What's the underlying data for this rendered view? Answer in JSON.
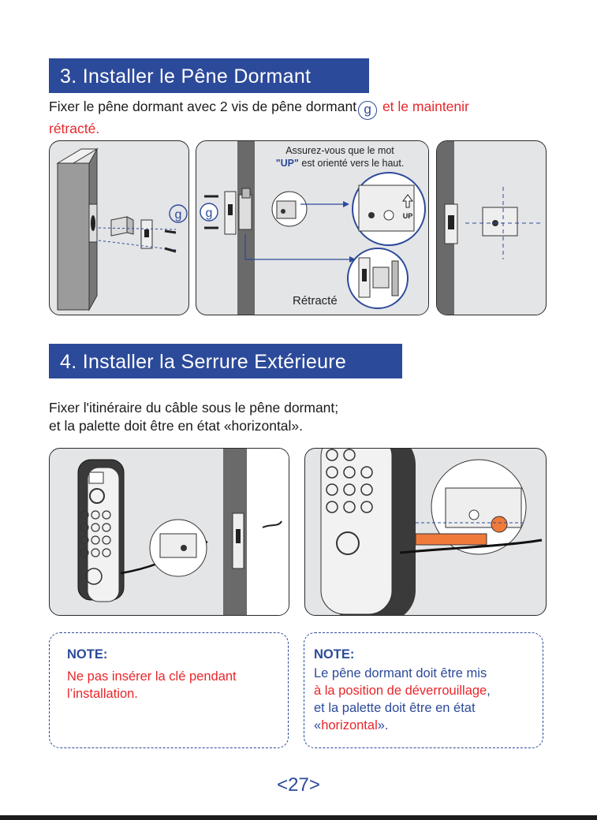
{
  "section3": {
    "title": "3. Installer le Pêne Dormant",
    "instruction_part1": "Fixer le pêne dormant avec 2 vis de pêne dormant",
    "instruction_icon": "g",
    "instruction_part2": "et le maintenir",
    "instruction_part3": "rétracté.",
    "callout_line1": "Assurez-vous que le mot",
    "callout_up": "\"UP\"",
    "callout_line2_rest": " est orienté vers le haut.",
    "label_g_1": "g",
    "label_g_2": "g",
    "label_retracte": "Rétracté",
    "up_mark": "UP"
  },
  "section4": {
    "title": "4.  Installer la Serrure Extérieure",
    "instruction_line1": "Fixer l'itinéraire du câble sous le pêne dormant;",
    "instruction_line2": "et la palette doit être en état «horizontal»."
  },
  "note_left": {
    "title": "NOTE:",
    "line1": "Ne pas insérer la clé pendant",
    "line2": "l’installation."
  },
  "note_right": {
    "title": "NOTE:",
    "line1": "Le pêne dormant doit être mis",
    "line2": "à la position de déverrouillage",
    "line2_comma": ",",
    "line3": "et la palette doit être en état",
    "line4_open": "«",
    "line4_word": "horizontal",
    "line4_close": "».",
    "colors": {
      "accent_blue": "#2c4a9a",
      "accent_red": "#e8262b"
    }
  },
  "page_number": "<27>"
}
